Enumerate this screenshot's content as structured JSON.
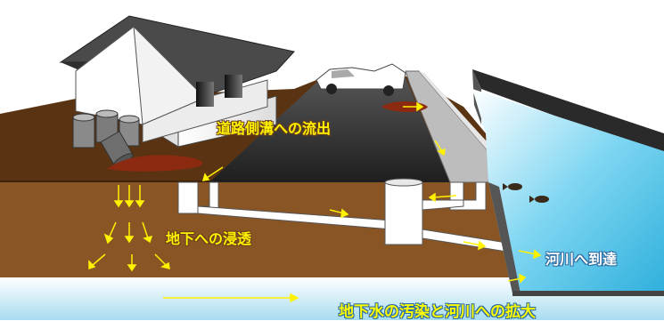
{
  "labels": {
    "road_ditch_outflow": "道路側溝への流出",
    "ground_infiltration": "地下への浸透",
    "river_arrival": "河川へ到達",
    "groundwater_spread": "地下水の汚染と河川への拡大"
  },
  "colors": {
    "soil": "#7a4a1e",
    "soil_top": "#5a3412",
    "asphalt": "#2c2c2c",
    "arrow": "#fff200",
    "spill": "#8b2a10",
    "water": "#6fd0ee",
    "groundwater": "#bfe6f5"
  },
  "icons": [
    "house-icon",
    "car-icon",
    "drum-icon",
    "fish-icon",
    "arrow-icon"
  ]
}
